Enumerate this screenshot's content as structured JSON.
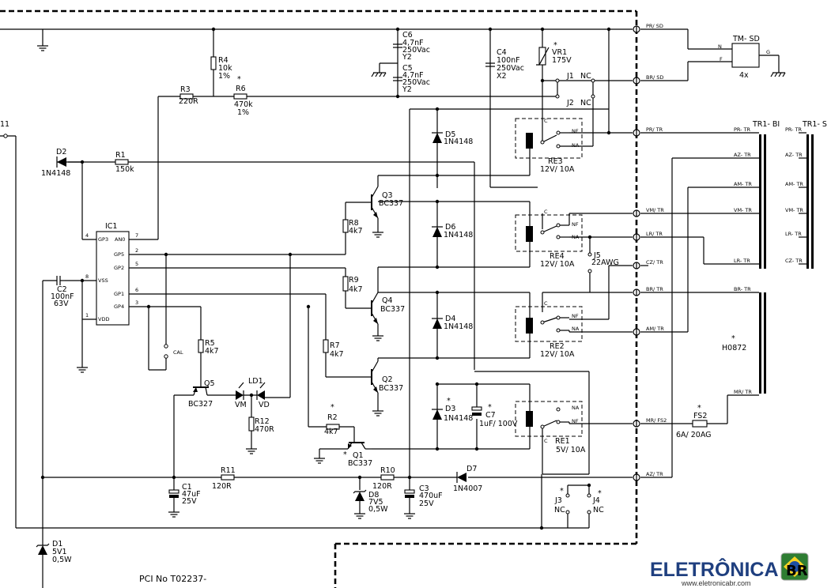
{
  "diagram": {
    "ic1": {
      "name": "IC1",
      "pins_left": [
        "GP3",
        "GP5",
        "GP2",
        "VSS",
        "GP1",
        "GP4",
        "VDD"
      ],
      "pins_right": [
        "AN0"
      ],
      "pin_numbers": [
        "4",
        "7",
        "2",
        "5",
        "8",
        "6",
        "3",
        "1"
      ]
    },
    "resistors": [
      {
        "ref": "R1",
        "value": "150k"
      },
      {
        "ref": "R2",
        "value": "4k7",
        "mark": "*"
      },
      {
        "ref": "R3",
        "value": "220R"
      },
      {
        "ref": "R4",
        "value": "10k",
        "tol": "1%"
      },
      {
        "ref": "R5",
        "value": "4k7"
      },
      {
        "ref": "R6",
        "value": "470k",
        "tol": "1%",
        "mark": "*"
      },
      {
        "ref": "R7",
        "value": "4k7"
      },
      {
        "ref": "R8",
        "value": "4k7"
      },
      {
        "ref": "R9",
        "value": "4k7"
      },
      {
        "ref": "R10",
        "value": "120R"
      },
      {
        "ref": "R11",
        "value": "120R"
      },
      {
        "ref": "R12",
        "value": "470R"
      }
    ],
    "capacitors": [
      {
        "ref": "C1",
        "value": "47uF",
        "volt": "25V"
      },
      {
        "ref": "C2",
        "value": "100nF",
        "volt": "63V"
      },
      {
        "ref": "C3",
        "value": "470uF",
        "volt": "25V"
      },
      {
        "ref": "C4",
        "value": "100nF",
        "volt": "250Vac",
        "extra": "X2"
      },
      {
        "ref": "C5",
        "value": "4,7nF",
        "volt": "250Vac",
        "extra": "Y2"
      },
      {
        "ref": "C6",
        "value": "4,7nF",
        "volt": "250Vac",
        "extra": "Y2"
      },
      {
        "ref": "C7",
        "value": "1uF/ 100V",
        "mark": "*"
      }
    ],
    "diodes": [
      {
        "ref": "D1",
        "value": "5V1",
        "extra": "0,5W"
      },
      {
        "ref": "D2",
        "value": "1N4148"
      },
      {
        "ref": "D3",
        "value": "1N4148",
        "mark": "*"
      },
      {
        "ref": "D4",
        "value": "1N4148"
      },
      {
        "ref": "D5",
        "value": "1N4148"
      },
      {
        "ref": "D6",
        "value": "1N4148"
      },
      {
        "ref": "D7",
        "value": "1N4007"
      },
      {
        "ref": "D8",
        "value": "7V5",
        "extra": "0,5W"
      }
    ],
    "transistors": [
      {
        "ref": "Q1",
        "value": "BC337",
        "mark": "*"
      },
      {
        "ref": "Q2",
        "value": "BC337"
      },
      {
        "ref": "Q3",
        "value": "BC337"
      },
      {
        "ref": "Q4",
        "value": "BC337"
      },
      {
        "ref": "Q5",
        "value": "BC327"
      }
    ],
    "relays": [
      {
        "ref": "RE1",
        "value": "5V/ 10A"
      },
      {
        "ref": "RE2",
        "value": "12V/ 10A"
      },
      {
        "ref": "RE3",
        "value": "12V/ 10A"
      },
      {
        "ref": "RE4",
        "value": "12V/ 10A"
      }
    ],
    "relay_contacts": {
      "c": "C",
      "nf": "NF",
      "na": "NA"
    },
    "jumpers": [
      {
        "ref": "J1",
        "value": "NC"
      },
      {
        "ref": "J2",
        "value": "NC"
      },
      {
        "ref": "J3",
        "value": "NC",
        "mark": "*"
      },
      {
        "ref": "J4",
        "value": "NC",
        "mark": "*"
      },
      {
        "ref": "J5",
        "value": "22AWG"
      }
    ],
    "vr1": {
      "ref": "VR1",
      "value": "175V",
      "mark": "*"
    },
    "fs2": {
      "ref": "FS2",
      "value": "6A/ 20AG",
      "mark": "*"
    },
    "ld1": {
      "ref": "LD1",
      "vm": "VM",
      "vd": "VD"
    },
    "cal": "CAL",
    "tm": {
      "ref": "TM- SD",
      "qty": "4x",
      "n": "N",
      "f": "F",
      "g": "G"
    },
    "transformer": {
      "primary": "TR1- BI",
      "secondary": "TR1- S",
      "part": "H0872",
      "mark": "*"
    },
    "terminals": [
      "PR/ SD",
      "BR/ SD",
      "PR/ TR",
      "VM/ TR",
      "LR/ TR",
      "CZ/ TR",
      "BR/ TR",
      "AM/ TR",
      "MR/ FS2",
      "AZ/ TR"
    ],
    "tr1_bi_taps": [
      "PR- TR",
      "AZ- TR",
      "AM- TR",
      "VM- TR",
      "LR- TR",
      "BR- TR",
      "MR/ TR"
    ],
    "tr1_s_taps": [
      "PR- TR",
      "AZ- TR",
      "AM- TR",
      "VM- TR",
      "LR- TR",
      "CZ- TR"
    ],
    "left_label": "11",
    "pcb": "PCI No  T02237-"
  },
  "watermark": {
    "brand": "ELETRÔNICA",
    "badge": "BR",
    "site": "www.eletronicabr.com"
  }
}
